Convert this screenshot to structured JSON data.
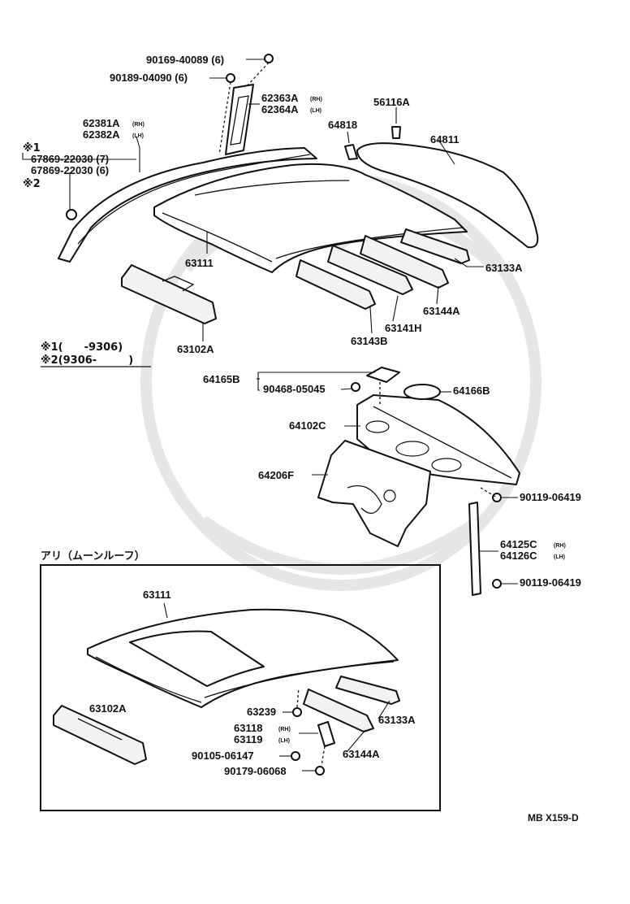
{
  "labels": {
    "p90169": "90169-40089 (6)",
    "p90189": "90189-04090 (6)",
    "p62363a": "62363A",
    "p62364a": "62364A",
    "p62381a": "62381A",
    "p62382a": "62382A",
    "p67869_7": "67869-22030 (7)",
    "p67869_6": "67869-22030 (6)",
    "p56116a": "56116A",
    "p64818": "64818",
    "p64811": "64811",
    "p63111_top": "63111",
    "p63133a_top": "63133A",
    "p63144a_top": "63144A",
    "p63141h": "63141H",
    "p63143b": "63143B",
    "p63102a_top": "63102A",
    "p64165b": "64165B",
    "p90468": "90468-05045",
    "p64166b": "64166B",
    "p64102c": "64102C",
    "p64206f": "64206F",
    "p90119_a": "90119-06419",
    "p64125c": "64125C",
    "p64126c": "64126C",
    "p90119_b": "90119-06419",
    "p63111_box": "63111",
    "p63102a_box": "63102A",
    "p63239": "63239",
    "p63133a_box": "63133A",
    "p63118": "63118",
    "p63119": "63119",
    "p63144a_box": "63144A",
    "p90105": "90105-06147",
    "p90179": "90179-06068"
  },
  "side_tags": {
    "rh": "(RH)",
    "lh": "(LH)"
  },
  "marks": {
    "m1": "※1",
    "m2": "※2"
  },
  "notes": {
    "n1": "※1(　　-9306)",
    "n2": "※2(9306-　　　)"
  },
  "section": {
    "title": "アリ（ムーンルーフ）"
  },
  "footer": {
    "ref": "MB  X159-D"
  }
}
